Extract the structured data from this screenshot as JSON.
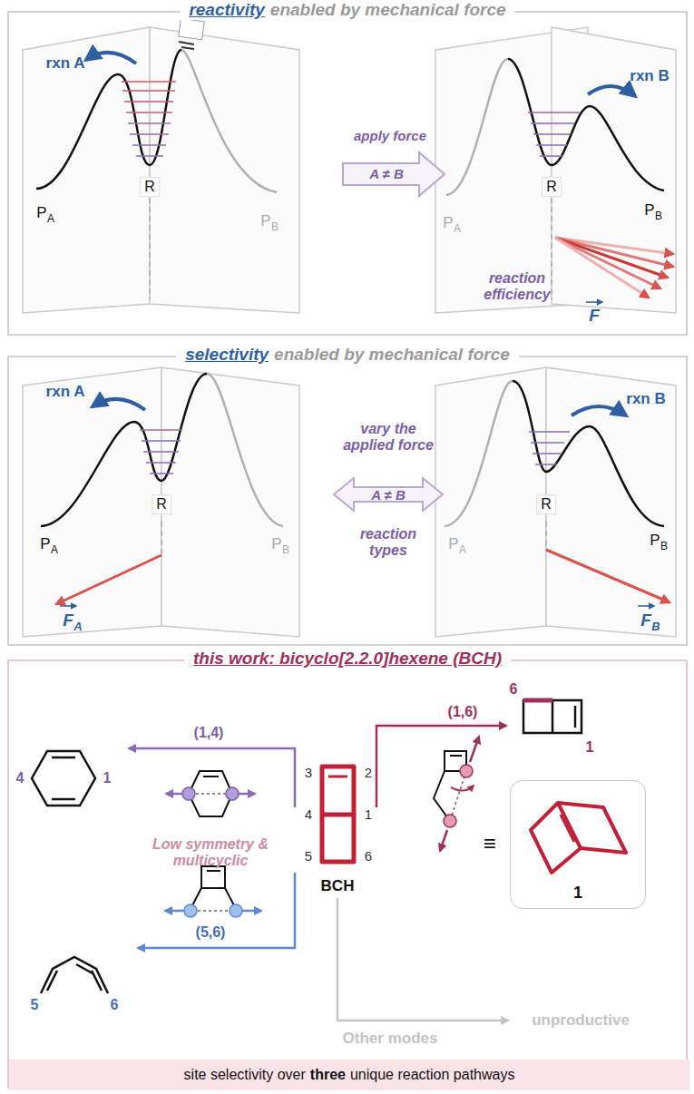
{
  "diagram": {
    "nodes": [
      {
        "text": [
          "reactivity",
          "enabled by mechanical force"
        ]
      },
      {
        "text": [
          "selectivity",
          "enabled by mechanical force"
        ]
      },
      {
        "text": [
          "this work: bicyclo[2.2.0]hexene (BCH)"
        ]
      },
      {
        "text": [
          "1"
        ],
        "in": 2
      },
      {
        "text": [
          "site selectivity over",
          "three",
          "unique reaction pathways"
        ],
        "in": 2
      }
    ],
    "labels": [
      "rxn A",
      "R",
      "P",
      "A",
      "P",
      "B",
      "apply force",
      "A ≠ B",
      "rxn B",
      "R",
      "P",
      "A",
      "P",
      "B",
      "reaction efficiency",
      "F",
      "rxn A",
      "R",
      "P",
      "A",
      "P",
      "B",
      "vary the applied force",
      "A ≠ B",
      "reaction types",
      "rxn B",
      "R",
      "P",
      "A",
      "P",
      "B",
      "F",
      "A",
      "F",
      "B",
      "4",
      "1",
      "(1,4)",
      "(1,6)",
      "6",
      "1",
      "3",
      "2",
      "4",
      "1",
      "5",
      "6",
      "BCH",
      "≡",
      "Low symmetry & multicyclic",
      "(5,6)",
      "5",
      "6",
      "Other modes",
      "unproductive"
    ]
  }
}
